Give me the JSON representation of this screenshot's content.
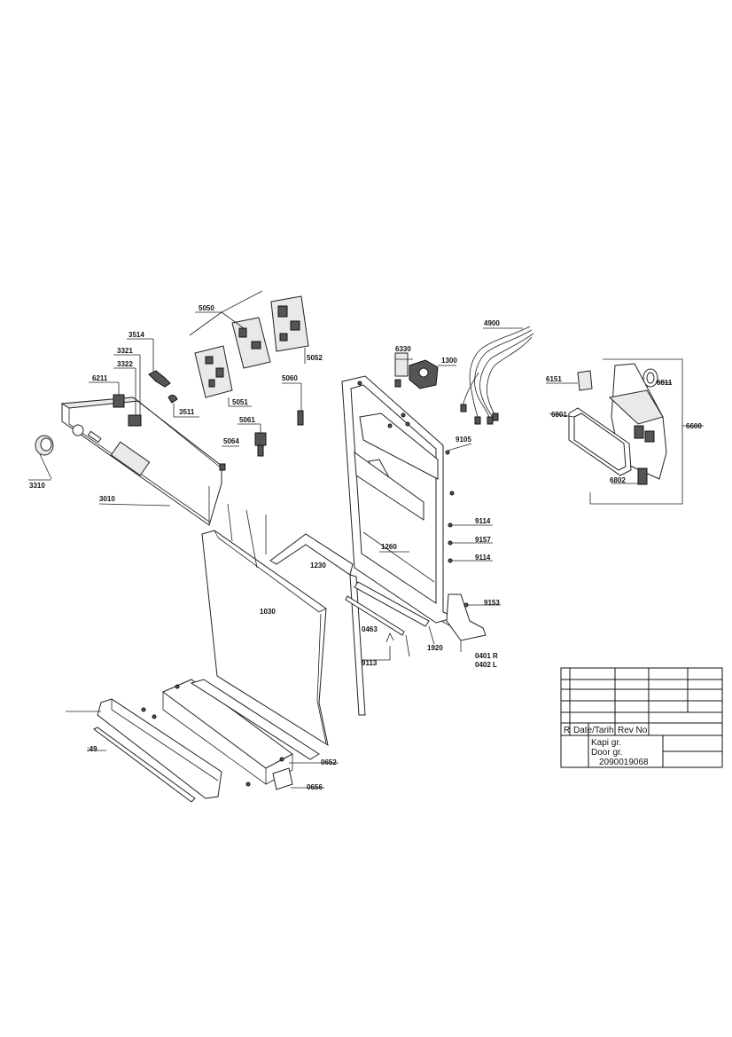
{
  "callouts": {
    "c3310": "3310",
    "c3010": "3010",
    "c6211": "6211",
    "c3322": "3322",
    "c3321": "3321",
    "c3514": "3514",
    "c3511": "3511",
    "c5050": "5050",
    "c5051": "5051",
    "c5052": "5052",
    "c5060": "5060",
    "c5061": "5061",
    "c5064": "5064",
    "c1030": "1030",
    "c1230": "1230",
    "c1260": "1260",
    "c0463": "0463",
    "c9113": "9113",
    "c1920": "1920",
    "c0401": "0401 R",
    "c0402": "0402 L",
    "c9153": "9153",
    "c9114a": "9114",
    "c9157": "9157",
    "c9114b": "9114",
    "c9105": "9105",
    "c6330": "6330",
    "c1300": "1300",
    "c4900": "4900",
    "c6151": "6151",
    "c6811": "6811",
    "c6801": "6801",
    "c6600": "6600",
    "c6802": "6802",
    "c0652": "0652",
    "c0656": "0656",
    "c49": ":49"
  },
  "title_block": {
    "rev_letter": "R",
    "date_label": "Date/Tarih",
    "rev_label": "Rev No",
    "group_tr": "Kapi gr.",
    "group_en": "Door gr.",
    "doc_number": "2090019068"
  }
}
